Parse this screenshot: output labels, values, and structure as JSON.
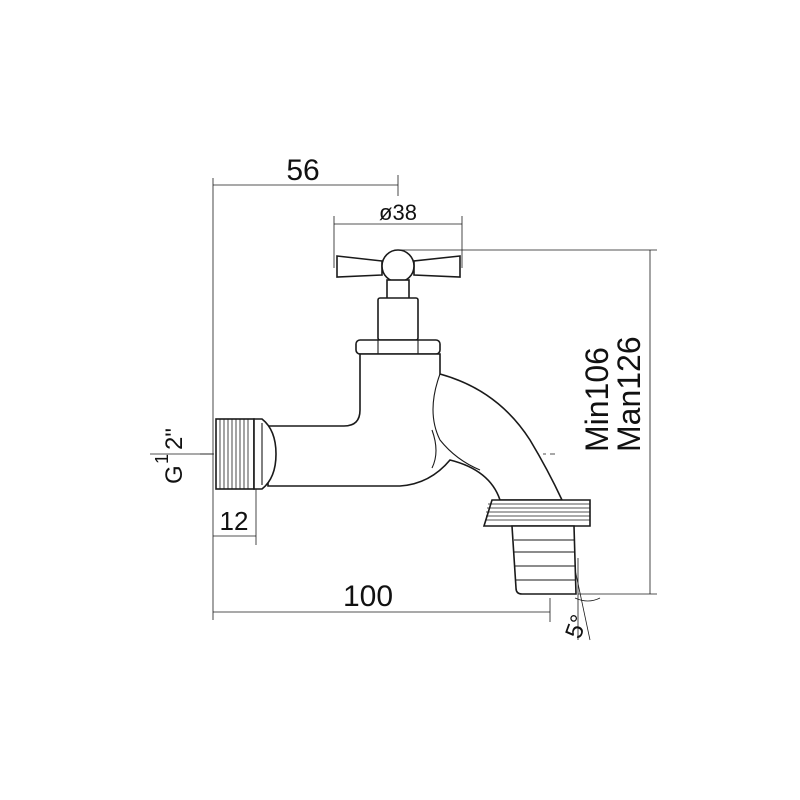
{
  "dimensions": {
    "offset_width": "56",
    "handle_diameter": "ø38",
    "overall_length": "100",
    "thread_length": "12",
    "thread_size_prefix": "G",
    "thread_size_num": "1",
    "thread_size_den": "2\"",
    "height_min": "Min106",
    "height_max": "Man126",
    "spout_angle": "5°"
  },
  "colors": {
    "ink": "#1a1a1a",
    "background": "#ffffff"
  }
}
